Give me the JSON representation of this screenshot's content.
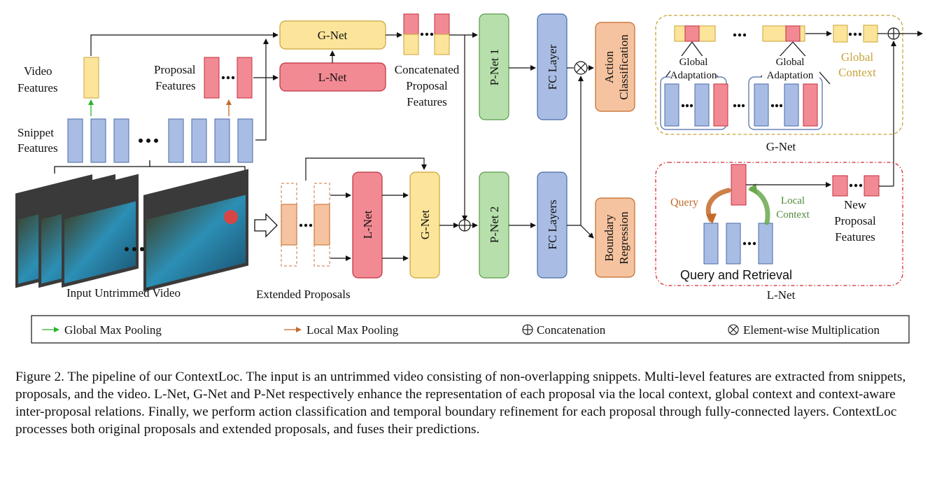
{
  "diagram": {
    "labels": {
      "video_features": [
        "Video",
        "Features"
      ],
      "proposal_features": [
        "Proposal",
        "Features"
      ],
      "snippet_features": [
        "Snippet",
        "Features"
      ],
      "input_video": "Input Untrimmed Video",
      "extended_proposals": "Extended Proposals",
      "concatenated": [
        "Concatenated",
        "Proposal",
        "Features"
      ]
    },
    "modules": {
      "gnet": "G-Net",
      "lnet": "L-Net",
      "pnet1": "P-Net 1",
      "pnet2": "P-Net 2",
      "fc_layer": "FC  Layer",
      "fc_layers": "FC  Layers",
      "action_classification": [
        "Action",
        "Classification"
      ],
      "boundary_regression": [
        "Boundary",
        "Regression"
      ]
    },
    "gnet_panel": {
      "global_adaptation": [
        "Global",
        "Adaptation"
      ],
      "global_context": [
        "Global",
        "Context"
      ],
      "title": "G-Net"
    },
    "lnet_panel": {
      "query": "Query",
      "local_context": [
        "Local",
        "Context"
      ],
      "new_proposal": [
        "New",
        "Proposal",
        "Features"
      ],
      "query_retrieval": "Query and Retrieval",
      "title": "L-Net"
    },
    "legend": {
      "global_pool": "Global Max Pooling",
      "local_pool": "Local Max Pooling",
      "concat": "Concatenation",
      "mult": "Element-wise Multiplication"
    },
    "colors": {
      "blue": "#a9bde4",
      "red": "#f28a93",
      "yellow": "#fce59a",
      "green": "#b7dfac",
      "orange": "#f5c39f",
      "green_arrow": "#2bb32b",
      "orange_arrow": "#c46a2a",
      "gnet_border": "#c8a43a",
      "lnet_border": "#d9262e",
      "global_context_text": "#c8a43a",
      "query_text": "#c46a2a",
      "local_context_text": "#4e8a3a"
    }
  },
  "caption": "Figure 2. The pipeline of our ContextLoc. The input is an untrimmed video consisting of non-overlapping snippets. Multi-level features are extracted from snippets, proposals, and the video. L-Net, G-Net and P-Net respectively enhance the representation of each proposal via the local context, global context and context-aware inter-proposal relations. Finally, we perform action classification and temporal boundary refinement for each proposal through fully-connected layers. ContextLoc processes both original proposals and extended proposals, and fuses their predictions."
}
